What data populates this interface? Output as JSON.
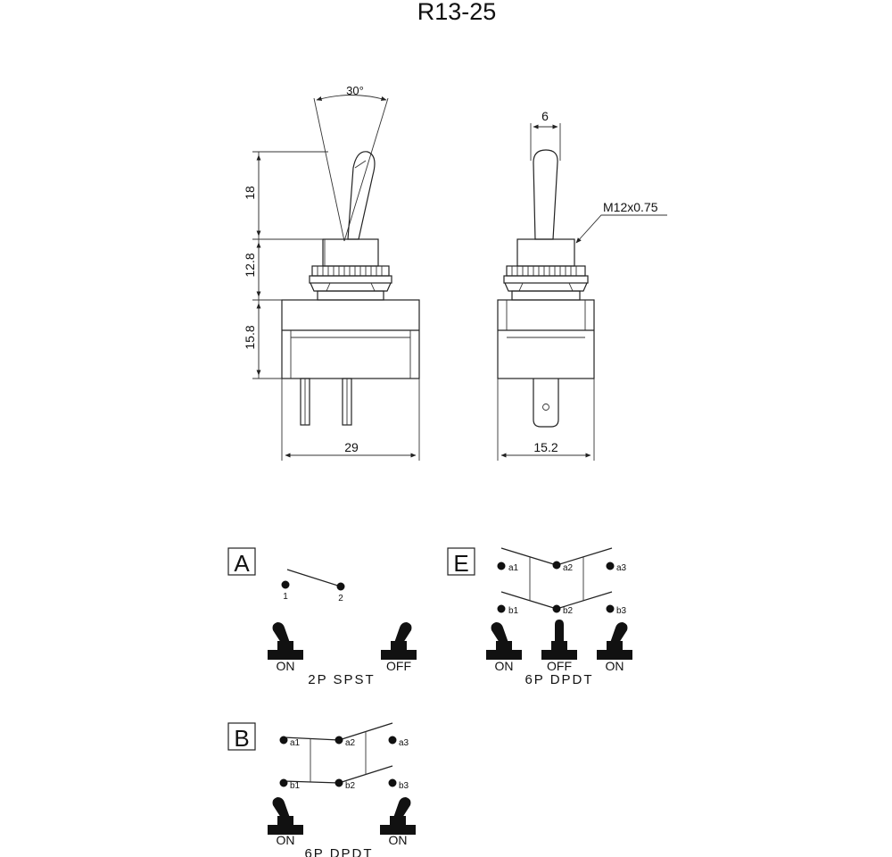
{
  "title": "R13-25",
  "dimensions": {
    "angle": "30°",
    "lever_height": "18",
    "bushing_height": "12.8",
    "body_height": "15.8",
    "body_width": "29",
    "side_width": "15.2",
    "lever_width": "6",
    "thread": "M12x0.75"
  },
  "diagrams": {
    "A": {
      "letter": "A",
      "terminals": [
        "1",
        "2"
      ],
      "positions": [
        "ON",
        "OFF"
      ],
      "caption": "2P SPST"
    },
    "B": {
      "letter": "B",
      "terminals_a": [
        "a1",
        "a2",
        "a3"
      ],
      "terminals_b": [
        "b1",
        "b2",
        "b3"
      ],
      "positions": [
        "ON",
        "ON"
      ],
      "caption": "6P DPDT"
    },
    "E": {
      "letter": "E",
      "terminals_a": [
        "a1",
        "a2",
        "a3"
      ],
      "terminals_b": [
        "b1",
        "b2",
        "b3"
      ],
      "positions": [
        "ON",
        "OFF",
        "ON"
      ],
      "caption": "6P DPDT"
    }
  }
}
